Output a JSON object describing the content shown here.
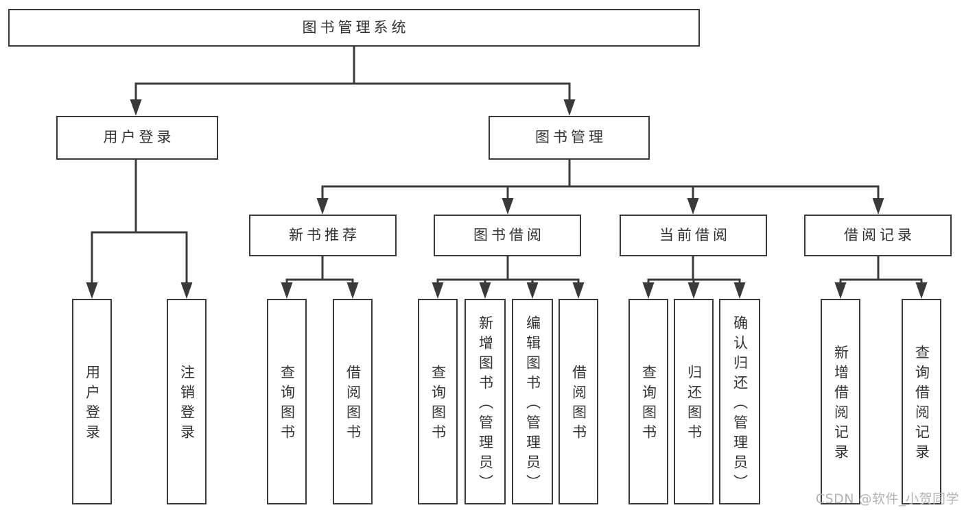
{
  "style": {
    "line_color": "#3a3a3a",
    "text_color": "#333333",
    "box_background": "#ffffff",
    "watermark_color": "#b3b3b3"
  },
  "watermark": {
    "text": "CSDN @软件_小贺同学"
  },
  "tree": {
    "root": {
      "label": "图书管理系统"
    },
    "children": [
      {
        "label": "用户登录",
        "children": [
          {
            "label": "用户登录"
          },
          {
            "label": "注销登录"
          }
        ]
      },
      {
        "label": "图书管理",
        "children": [
          {
            "label": "新书推荐",
            "children": [
              {
                "label": "查询图书"
              },
              {
                "label": "借阅图书"
              }
            ]
          },
          {
            "label": "图书借阅",
            "children": [
              {
                "label": "查询图书"
              },
              {
                "label": "新增图书（管理员）"
              },
              {
                "label": "编辑图书（管理员）"
              },
              {
                "label": "借阅图书"
              }
            ]
          },
          {
            "label": "当前借阅",
            "children": [
              {
                "label": "查询图书"
              },
              {
                "label": "归还图书"
              },
              {
                "label": "确认归还（管理员）"
              }
            ]
          },
          {
            "label": "借阅记录",
            "children": [
              {
                "label": "新增借阅记录"
              },
              {
                "label": "查询借阅记录"
              }
            ]
          }
        ]
      }
    ]
  }
}
